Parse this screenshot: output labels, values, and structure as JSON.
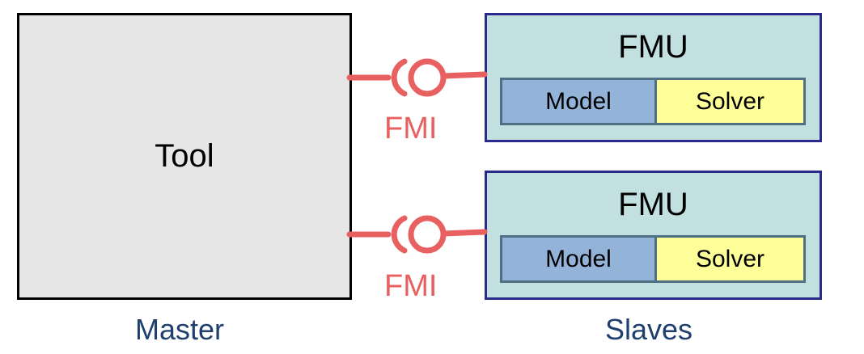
{
  "tool": {
    "label": "Tool",
    "caption": "Master"
  },
  "fmus": [
    {
      "title": "FMU",
      "model_label": "Model",
      "solver_label": "Solver",
      "interface_label": "FMI"
    },
    {
      "title": "FMU",
      "model_label": "Model",
      "solver_label": "Solver",
      "interface_label": "FMI"
    }
  ],
  "slaves_caption": "Slaves",
  "colors": {
    "tool_fill": "#e6e6e6",
    "fmu_fill": "#c2e0e0",
    "fmu_border": "#2a2a8a",
    "model_fill": "#93b3d9",
    "solver_fill": "#ffff99",
    "connector": "#e86060",
    "caption": "#1f3f6e"
  },
  "icons": {
    "connector": "ball-and-socket-icon"
  }
}
